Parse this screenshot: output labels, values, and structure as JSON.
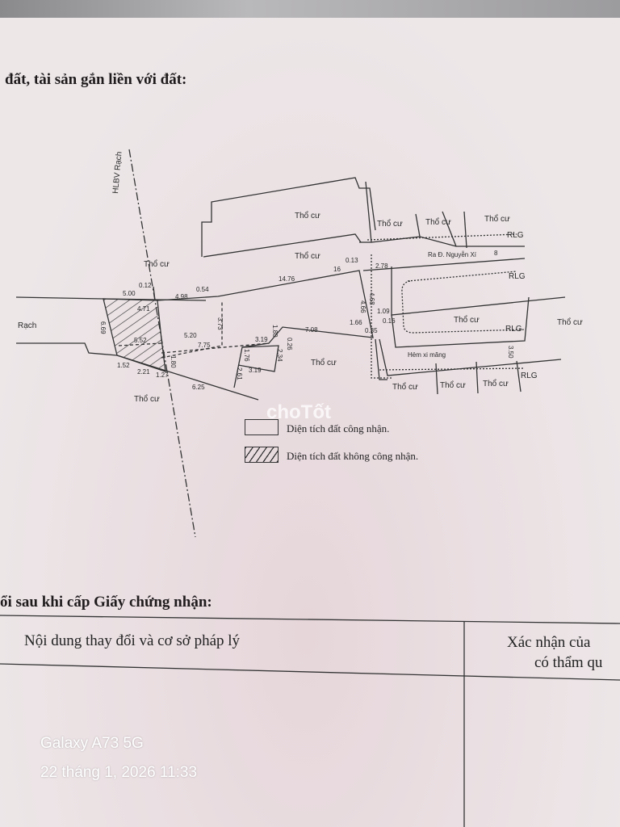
{
  "document": {
    "section_title": "đất, tài sản gắn liền với đất:",
    "diagram": {
      "road_label": "HLBV Rạch",
      "canal_label": "Rạch",
      "residential_label": "Thổ cư",
      "road_reserve_label": "RLG",
      "street_label": "Ra Đ. Nguyễn Xí",
      "alley_label": "Hẻm xi măng",
      "road_width": "8",
      "dimensions": [
        "5.00",
        "0.12",
        "4.98",
        "0.54",
        "14.76",
        "16",
        "0.13",
        "2.78",
        "4.66",
        "4.68",
        "1.09",
        "1.66",
        "0.35",
        "0.16",
        "7.08",
        "1.80",
        "0.26",
        "3.19",
        "2.34",
        "1.76",
        "3.19",
        "2.61",
        "6.25",
        "1.27",
        "2.21",
        "1.52",
        "6.69",
        "4.71",
        "5.20",
        "7.75",
        "3.73",
        "5.52",
        "1.80",
        "3.50"
      ]
    },
    "legend": [
      {
        "label": "Diện tích đất công nhận.",
        "pattern": "empty"
      },
      {
        "label": "Diện tích đất không công nhận.",
        "pattern": "hatched"
      }
    ],
    "changes_title": "ổi sau khi cấp Giấy chứng nhận:",
    "table_headers": [
      "Nội dung thay đổi và cơ sở pháp lý",
      "Xác nhận của",
      "có thẩm qu"
    ]
  },
  "watermark": "choTốt",
  "camera_stamp": {
    "device": "Galaxy A73 5G",
    "datetime": "22 tháng 1, 2026 11:33"
  }
}
